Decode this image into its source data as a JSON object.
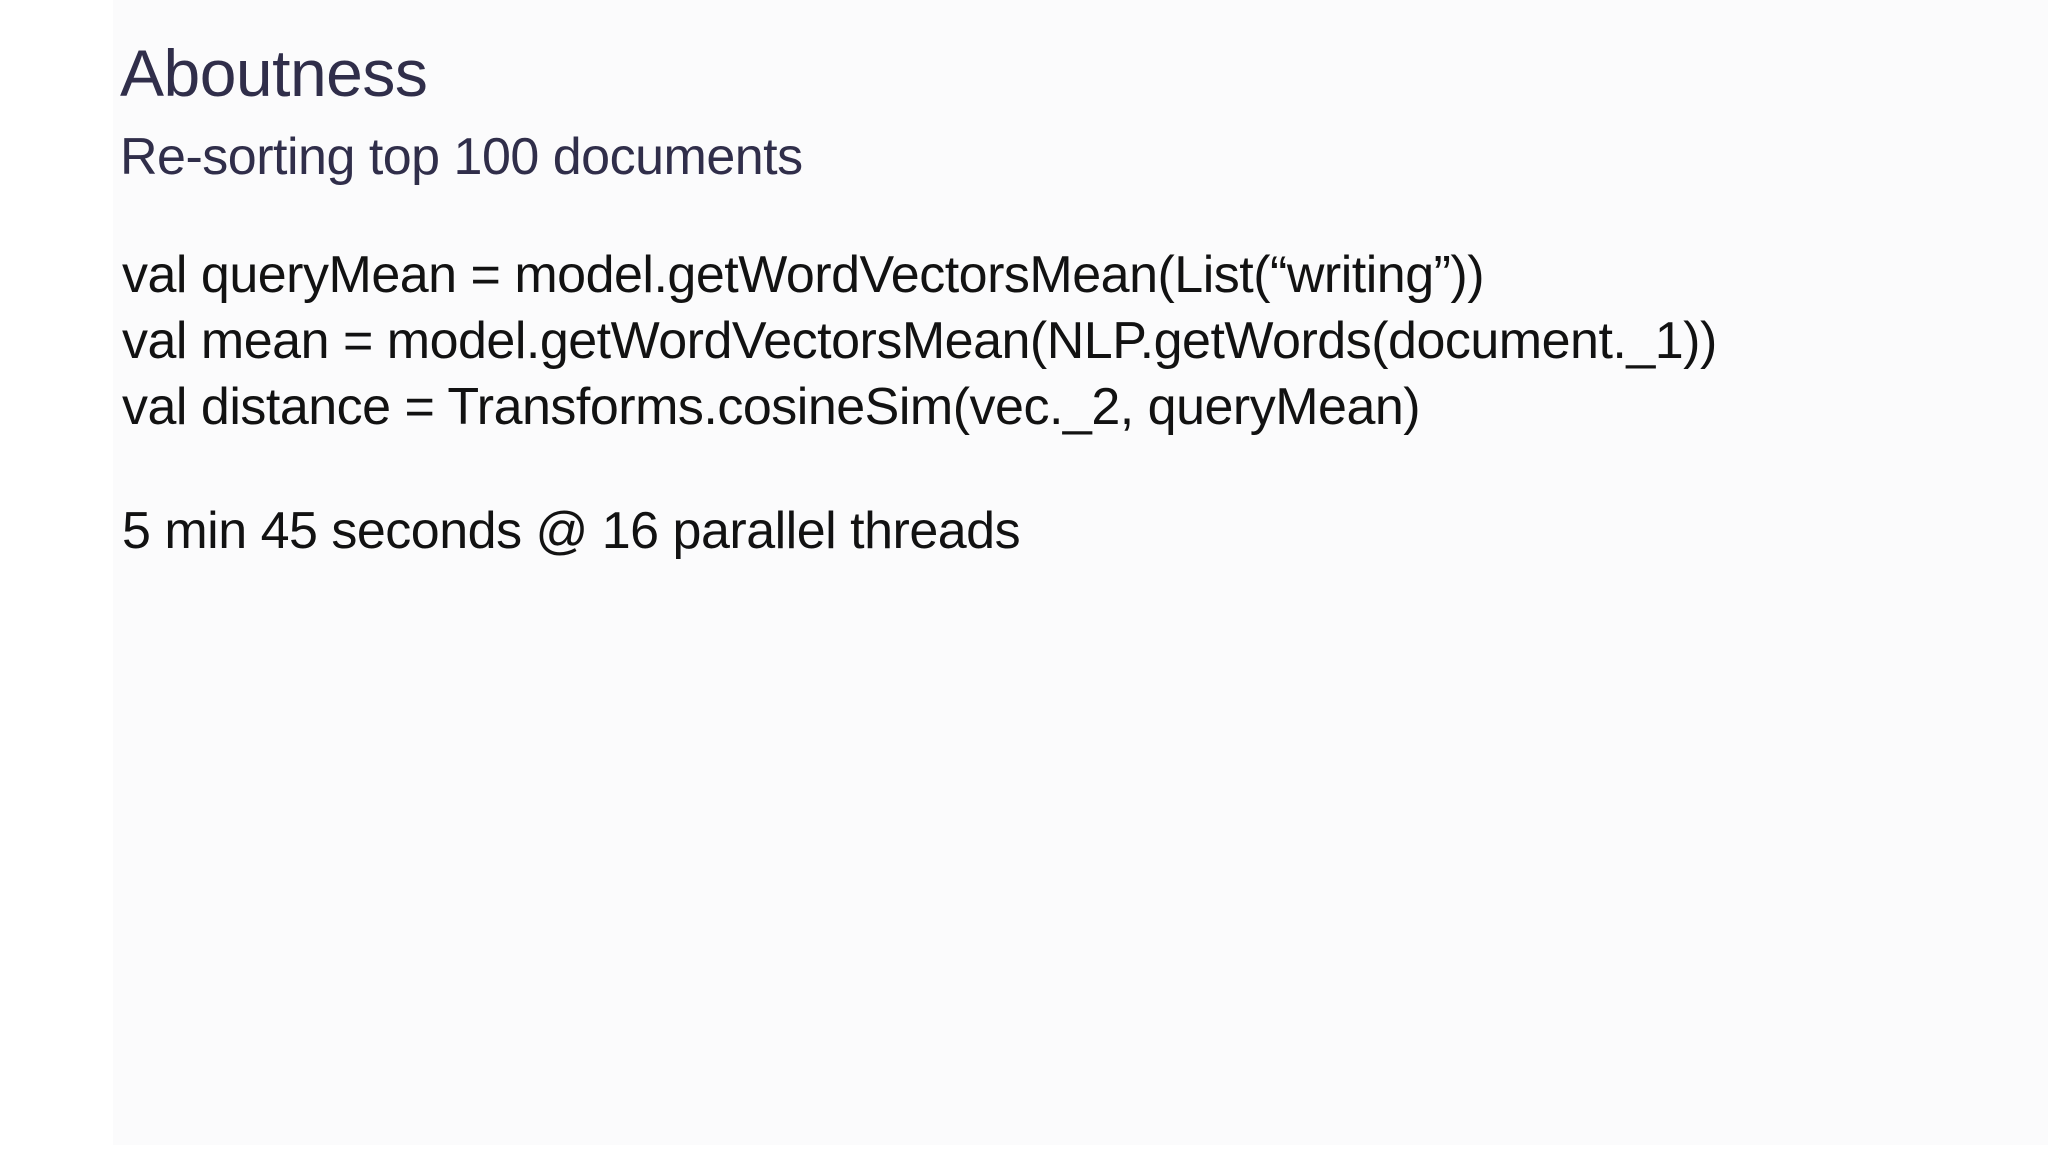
{
  "slide": {
    "title": "Aboutness",
    "subtitle": "Re-sorting top 100 documents",
    "code_lines": [
      "val queryMean = model.getWordVectorsMean(List(“writing”))",
      "val mean = model.getWordVectorsMean(NLP.getWords(document._1))",
      "val distance = Transforms.cosineSim(vec._2, queryMean)"
    ],
    "timing": "5 min 45 seconds @ 16 parallel threads"
  },
  "colors": {
    "heading_text": "#302e4a",
    "body_text": "#121212",
    "slide_background": "#fbfbfc",
    "page_background": "#ffffff"
  }
}
